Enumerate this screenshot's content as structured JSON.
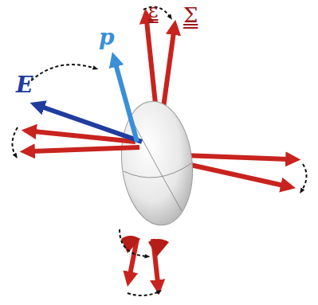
{
  "diagram": {
    "labels": [
      "ε",
      "Σ",
      "E",
      "p"
    ]
  }
}
